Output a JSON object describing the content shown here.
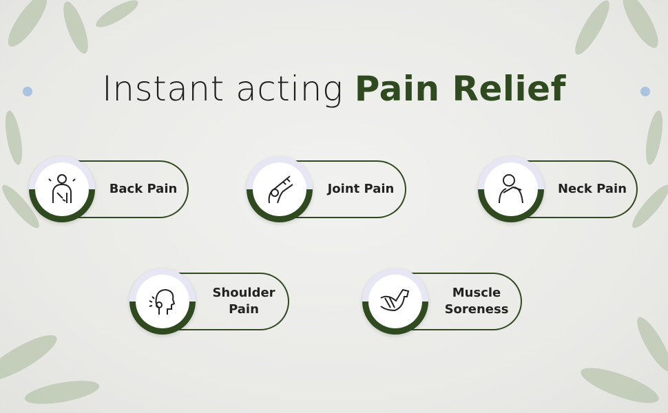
{
  "title": {
    "regular": "Instant acting ",
    "bold": "Pain Relief"
  },
  "items": [
    {
      "label": "Back Pain",
      "icon": "back-pain-icon"
    },
    {
      "label": "Joint Pain",
      "icon": "knee-joint-icon"
    },
    {
      "label": "Neck Pain",
      "icon": "neck-pain-icon"
    },
    {
      "label": "Shoulder Pain",
      "icon": "shoulder-pain-icon"
    },
    {
      "label": "Muscle Soreness",
      "icon": "flexed-arm-icon"
    }
  ],
  "colors": {
    "accent": "#2f4a1f",
    "ring_top": "#e6e6f5"
  }
}
